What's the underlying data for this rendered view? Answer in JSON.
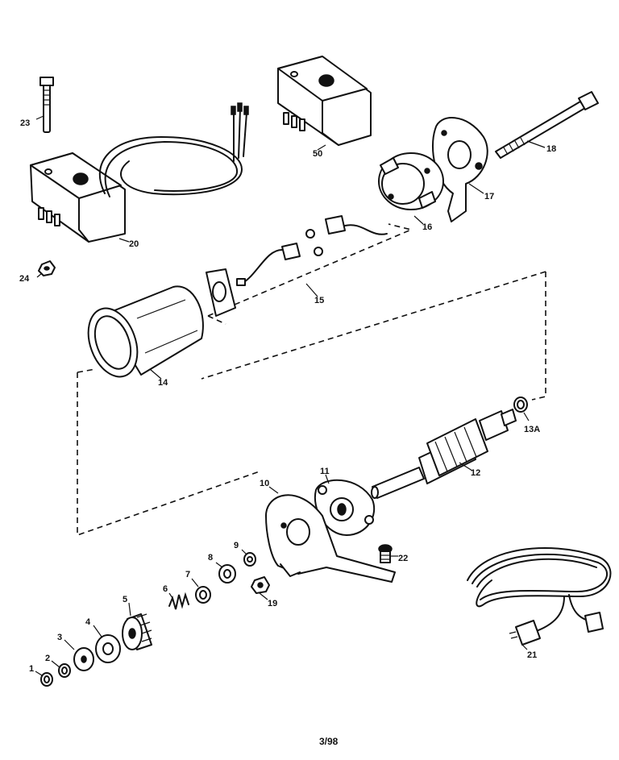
{
  "diagram": {
    "type": "exploded-parts-view",
    "footer": "3/98",
    "callouts": [
      "1",
      "2",
      "3",
      "4",
      "5",
      "6",
      "7",
      "8",
      "9",
      "10",
      "11",
      "12",
      "13A",
      "14",
      "15",
      "16",
      "17",
      "18",
      "19",
      "20",
      "21",
      "22",
      "23",
      "24",
      "50"
    ]
  }
}
